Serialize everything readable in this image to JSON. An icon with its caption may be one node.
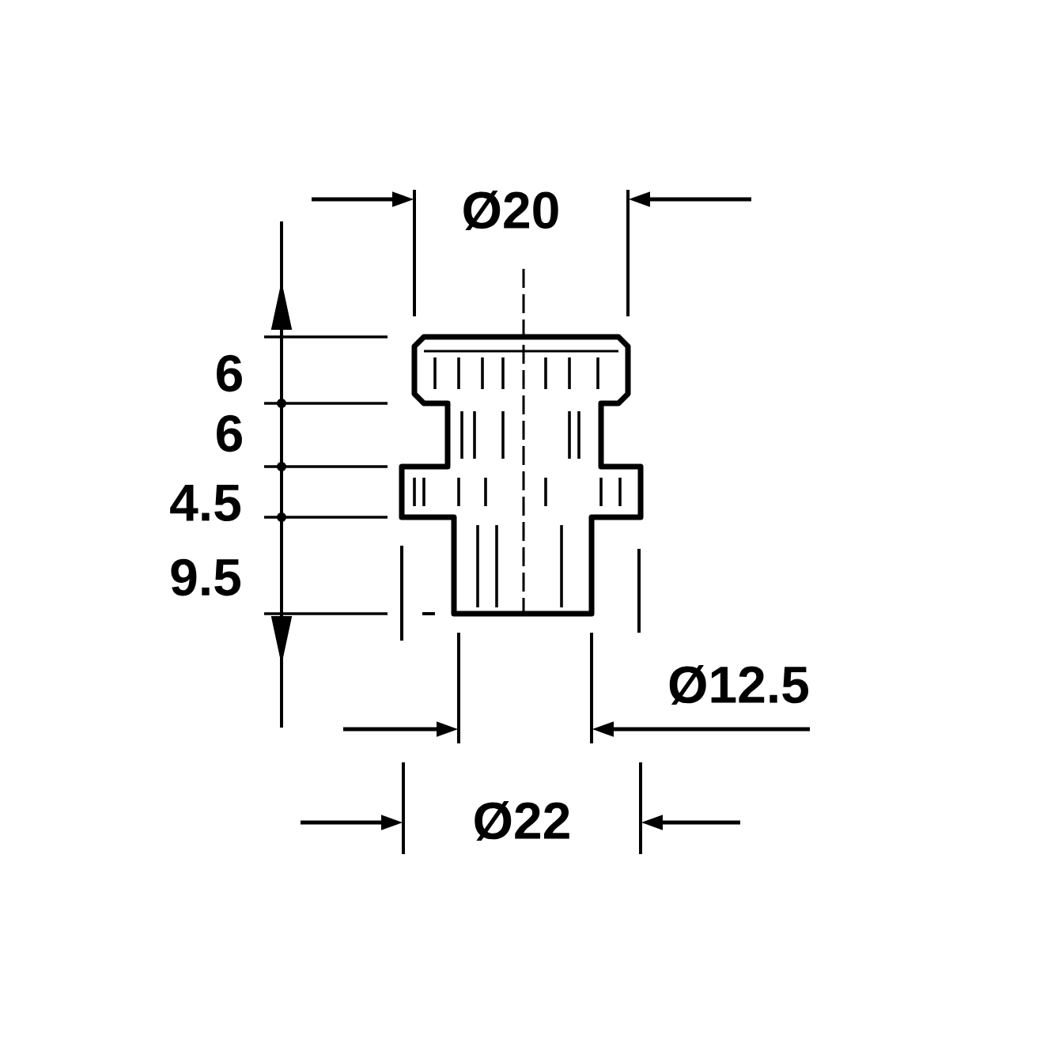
{
  "diagram": {
    "labels": [
      "Ø20",
      "6",
      "6",
      "4.5",
      "9.5",
      "Ø12.5",
      "Ø22"
    ]
  }
}
